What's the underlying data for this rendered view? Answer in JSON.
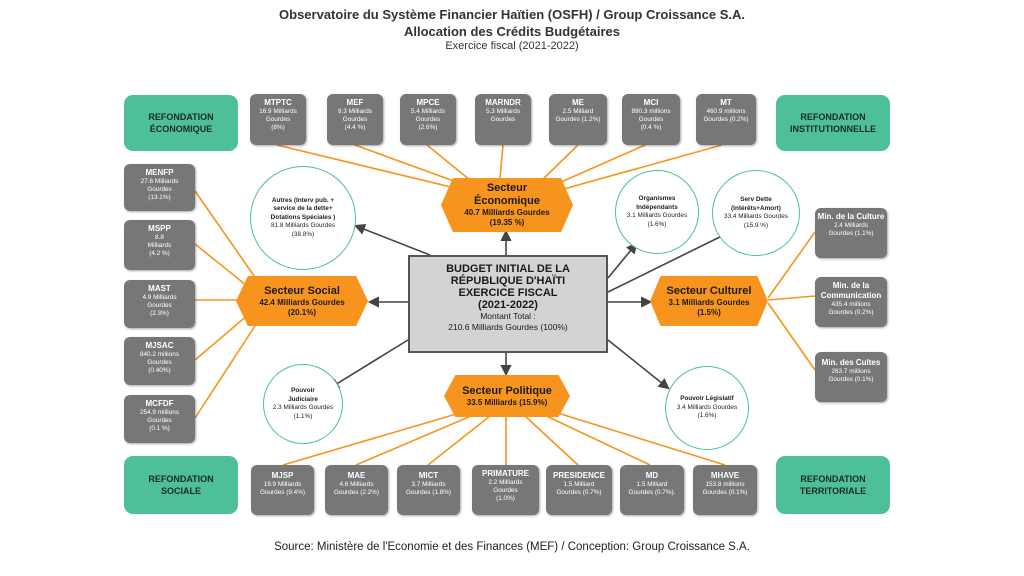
{
  "header": {
    "title": "Observatoire du Système Financier Haïtien (OSFH) / Group Croissance S.A.",
    "subtitle": "Allocation des Crédits Budgétaires",
    "period": "Exercice fiscal (2021-2022)"
  },
  "footer": "Source: Ministère de l'Economie et des Finances (MEF) / Conception: Group Croissance S.A.",
  "colors": {
    "orange": "#f7941d",
    "green": "#4dbf9a",
    "gray": "#777777",
    "center_fill": "#d3d3d3"
  },
  "refondation": {
    "economique": "REFONDATION ÉCONOMIQUE",
    "institutionnelle": "REFONDATION INSTITUTIONNELLE",
    "sociale": "REFONDATION SOCIALE",
    "territoriale": "REFONDATION TERRITORIALE"
  },
  "center": {
    "title_lines": [
      "BUDGET INITIAL DE LA",
      "RÉPUBLIQUE D'HAÏTI",
      "EXERCICE FISCAL",
      "(2021-2022)"
    ],
    "total_label": "Montant Total :",
    "total_value": "210.6 Milliards Gourdes (100%)"
  },
  "sectors": {
    "economique": {
      "name": "Secteur Économique",
      "value": "40.7 Milliards Gourdes",
      "pct": "(19.35 %)"
    },
    "social": {
      "name": "Secteur Social",
      "value": "42.4 Milliards Gourdes",
      "pct": "(20.1%)"
    },
    "culturel": {
      "name": "Secteur Culturel",
      "value": "3.1 Milliards Gourdes",
      "pct": "(1.5%)"
    },
    "politique": {
      "name": "Secteur Politique",
      "value": "33.5 Milliards (15.9%)"
    }
  },
  "top_boxes": [
    {
      "name": "MTPTC",
      "lines": [
        "16.9 Milliards",
        "Gourdes",
        "(8%)"
      ]
    },
    {
      "name": "MEF",
      "lines": [
        "9.3 Milliards",
        "Gourdes",
        "(4.4 %)"
      ]
    },
    {
      "name": "MPCE",
      "lines": [
        "5.4 Milliards",
        "Gourdes",
        "(2.6%)"
      ]
    },
    {
      "name": "MARNDR",
      "lines": [
        "5.3 Milliards",
        "Gourdes"
      ]
    },
    {
      "name": "ME",
      "lines": [
        "2.5 Milliard",
        "Gourdes (1.2%)"
      ]
    },
    {
      "name": "MCI",
      "lines": [
        "890.3 millions",
        "Gourdes",
        "(0.4 %)"
      ]
    },
    {
      "name": "MT",
      "lines": [
        "460.9 millions",
        "Gourdes (0.2%)"
      ]
    }
  ],
  "left_boxes": [
    {
      "name": "MENFP",
      "lines": [
        "27.6 Milliards",
        "Gourdes",
        "(13.1%)"
      ]
    },
    {
      "name": "MSPP",
      "lines": [
        "8.8",
        "Milliards",
        "(4.2 %)"
      ]
    },
    {
      "name": "MAST",
      "lines": [
        "4.9 Milliards",
        "Gourdes",
        "(2.3%)"
      ]
    },
    {
      "name": "MJSAC",
      "lines": [
        "840.2 millions",
        "Gourdes",
        "(0.40%)"
      ]
    },
    {
      "name": "MCFDF",
      "lines": [
        "254.9 millions",
        "Gourdes",
        "(0.1 %)"
      ]
    }
  ],
  "right_boxes": [
    {
      "name": "Min. de la Culture",
      "lines": [
        "2.4 Milliards",
        "Gourdes (1.1%)"
      ]
    },
    {
      "name": "Min. de la Communication",
      "lines": [
        "435.4 millions",
        "Gourdes (0.2%)"
      ]
    },
    {
      "name": "Min. des Cultes",
      "lines": [
        "263.7 millions",
        "Gourdes (0.1%)"
      ]
    }
  ],
  "bottom_boxes": [
    {
      "name": "MJSP",
      "lines": [
        "19.9 Milliards",
        "Gourdes (9.4%)"
      ]
    },
    {
      "name": "MAE",
      "lines": [
        "4.6 Milliards",
        "Gourdes (2.2%)"
      ]
    },
    {
      "name": "MICT",
      "lines": [
        "3.7 Milliards",
        "Gourdes (1.8%)"
      ]
    },
    {
      "name": "PRIMATURE",
      "lines": [
        "2.2 Milliards",
        "Gourdes",
        "(1.0%)"
      ]
    },
    {
      "name": "PRESIDENCE",
      "lines": [
        "1.5 Milliard",
        "Gourdes (0.7%)"
      ]
    },
    {
      "name": "MD",
      "lines": [
        "1.5 Milliard",
        "Gourdes (0.7%)."
      ]
    },
    {
      "name": "MHAVE",
      "lines": [
        "153.8 millions",
        "Gourdes (0.1%)"
      ]
    }
  ],
  "circles": {
    "autres": {
      "lines": [
        "Autres (Interv pub. +",
        "service de la dette+",
        "Dotations Spéciales )"
      ],
      "value": "81.8 Milliards Gourdes",
      "pct": "(38.8%)"
    },
    "organismes": {
      "lines": [
        "Organismes",
        "Indépendants"
      ],
      "value": "3.1 Milliards Gourdes",
      "pct": "(1.6%)"
    },
    "serv_dette": {
      "lines": [
        "Serv Dette",
        "(Intérêts+Amort)"
      ],
      "value": "33.4 Milliards Gourdes",
      "pct": "(15.9 %)"
    },
    "judiciaire": {
      "lines": [
        "Pouvoir",
        "Judiciaire"
      ],
      "value": "2.3 Milliards Gourdes",
      "pct": "(1.1%)"
    },
    "legislatif": {
      "lines": [
        "Pouvoir Législatif"
      ],
      "value": "3.4 Milliards Gourdes",
      "pct": "(1.6%)"
    }
  }
}
